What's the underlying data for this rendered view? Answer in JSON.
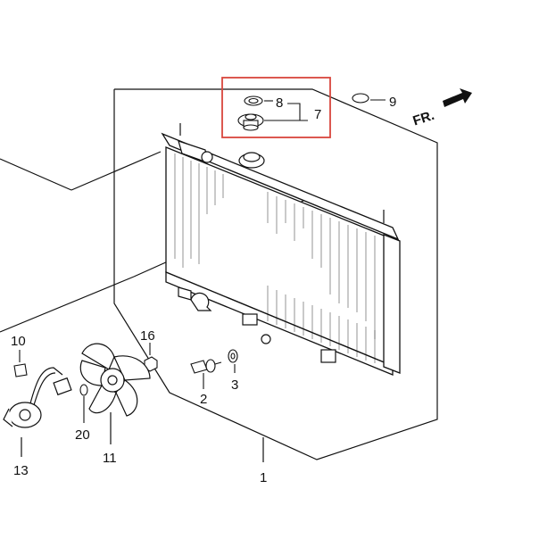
{
  "diagram": {
    "callouts": {
      "c1": "1",
      "c2": "2",
      "c3": "3",
      "c7": "7",
      "c8": "8",
      "c9": "9",
      "c10": "10",
      "c11": "11",
      "c13": "13",
      "c16": "16",
      "c20": "20"
    },
    "direction_label": "FR.",
    "highlight_color": "#d9463c",
    "line_color": "#111111"
  }
}
